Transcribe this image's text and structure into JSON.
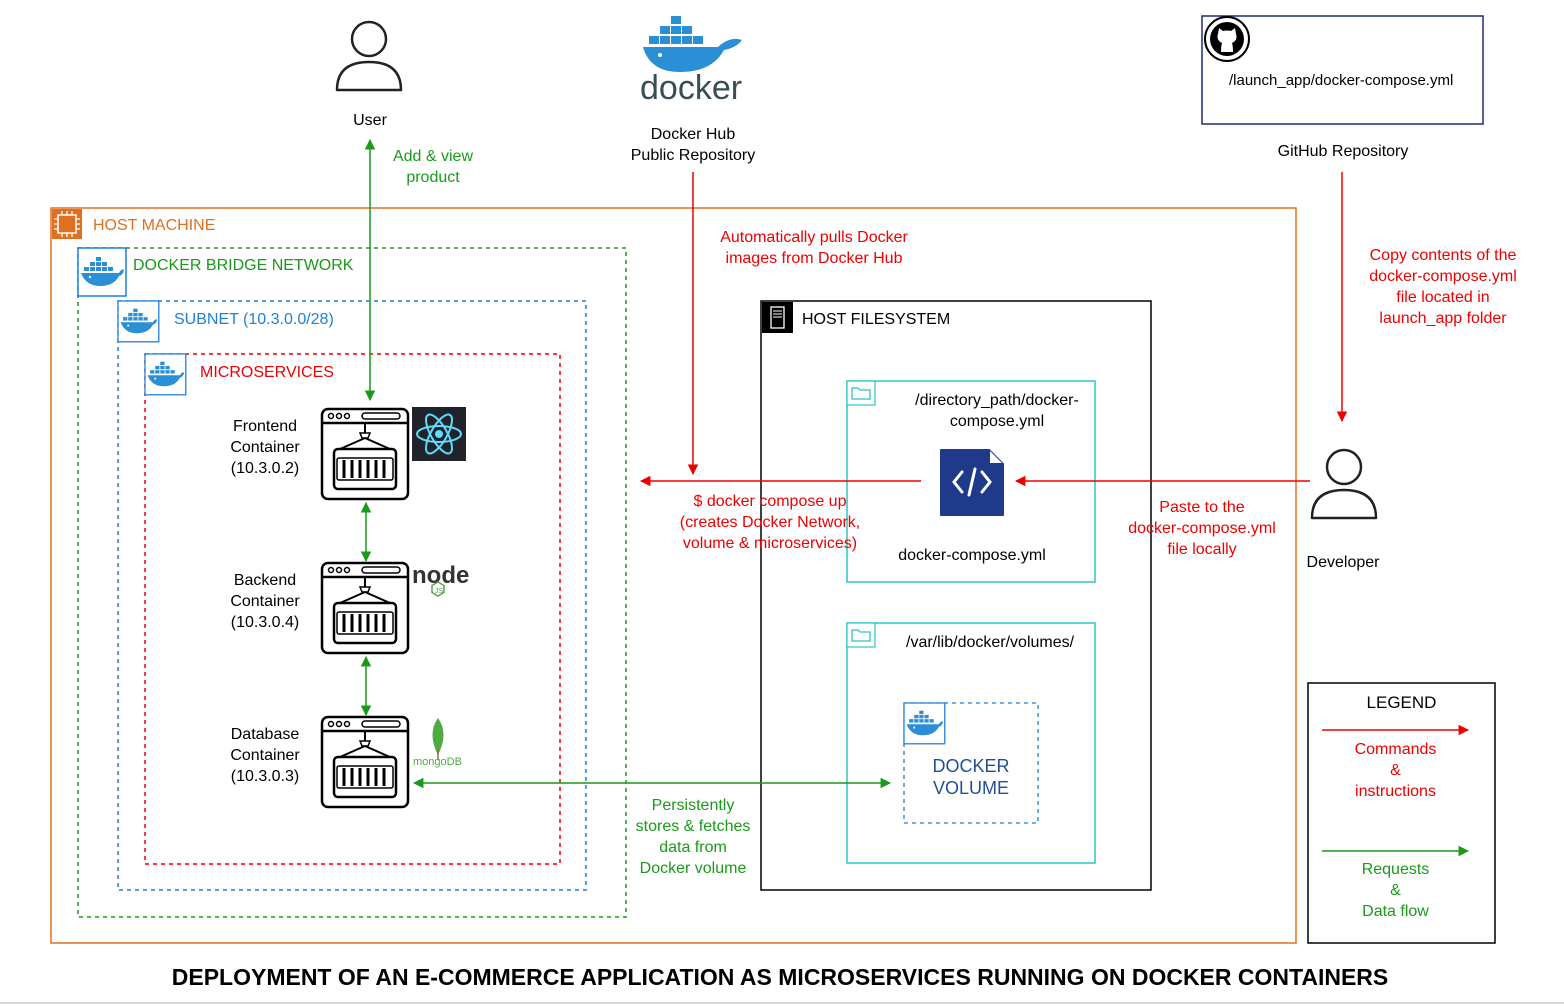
{
  "top": {
    "user_label": "User",
    "user_arrow_label": "Add & view\nproduct",
    "docker_wordmark": "docker",
    "dockerhub_label": "Docker Hub\nPublic Repository",
    "github_file": "/launch_app/docker-compose.yml",
    "github_label": "GitHub Repository",
    "github_arrow_label": "Copy contents of the\ndocker-compose.yml\nfile located in\nlaunch_app folder",
    "pull_label": "Automatically pulls Docker\nimages from Docker Hub"
  },
  "host": {
    "title": "HOST MACHINE",
    "bridge_title": "DOCKER BRIDGE NETWORK",
    "subnet_title": "SUBNET (10.3.0.0/28)",
    "microservices_title": "MICROSERVICES",
    "containers": [
      {
        "label": "Frontend\nContainer\n(10.3.0.2)",
        "tech": "react"
      },
      {
        "label": "Backend\nContainer\n(10.3.0.4)",
        "tech": "node"
      },
      {
        "label": "Database\nContainer\n(10.3.0.3)",
        "tech": "mongoDB"
      }
    ],
    "node_wordmark": "node",
    "mongo_wordmark": "mongoDB",
    "compose_up_label": "$ docker compose up\n(creates Docker Network,\nvolume & microservices)",
    "persist_label": "Persistently\nstores & fetches\ndata from\nDocker volume"
  },
  "filesystem": {
    "title": "HOST FILESYSTEM",
    "compose_path": "/directory_path/docker-\ncompose.yml",
    "compose_file": "docker-compose.yml",
    "volumes_path": "/var/lib/docker/volumes/",
    "volume_label": "DOCKER\nVOLUME"
  },
  "developer": {
    "label": "Developer",
    "paste_label": "Paste to the\ndocker-compose.yml\nfile locally"
  },
  "legend": {
    "title": "LEGEND",
    "commands": "Commands\n&\ninstructions",
    "requests": "Requests\n&\nData flow"
  },
  "footer_title": "DEPLOYMENT OF AN E-COMMERCE APPLICATION AS MICROSERVICES RUNNING ON DOCKER CONTAINERS",
  "colors": {
    "red": "#ee0000",
    "green": "#1a9a1a",
    "blue": "#1e7fdb",
    "orange": "#e07020",
    "cyan": "#2ec4c4",
    "navy": "#1f3a8a"
  }
}
